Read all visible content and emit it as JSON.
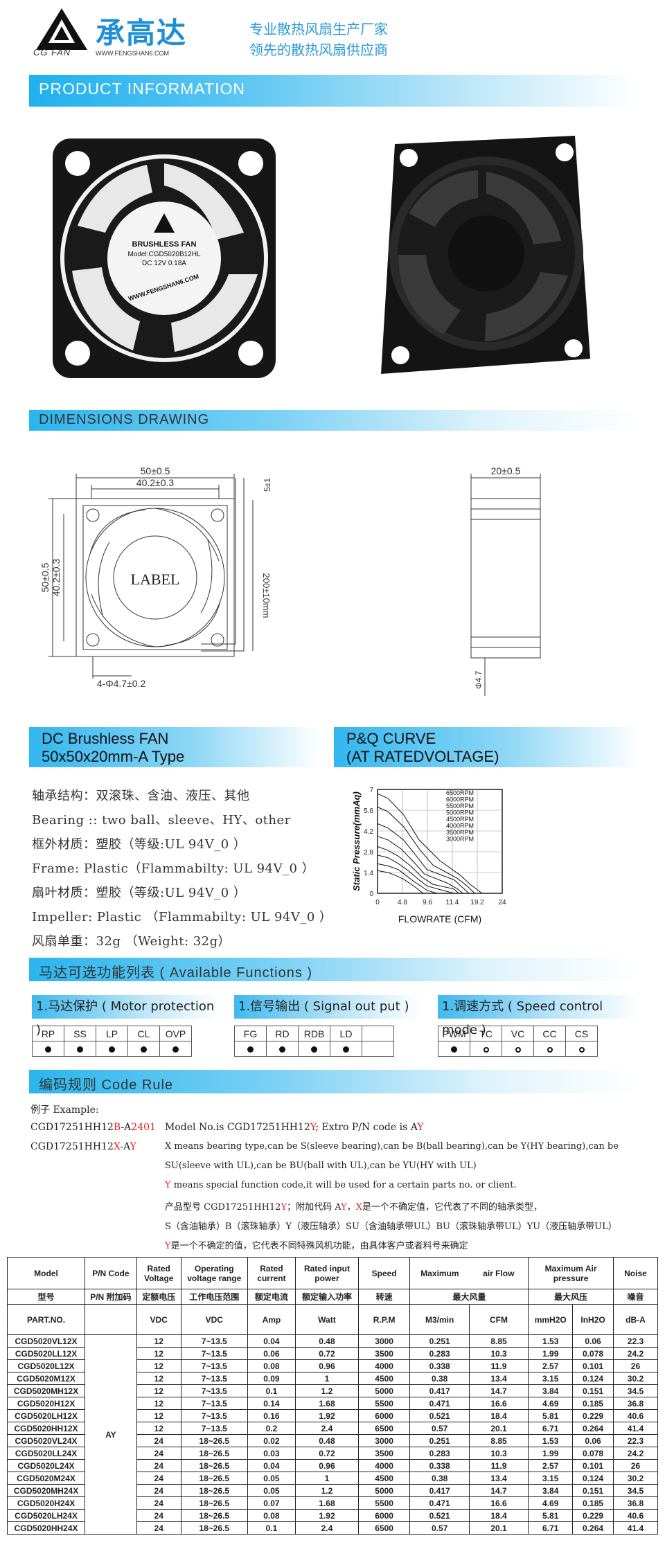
{
  "header": {
    "logo_text": "CG FAN",
    "brand_cn": "承高达",
    "brand_url": "WWW.FENGSHAN6.COM",
    "slogan_1": "专业散热风扇生产厂家",
    "slogan_2": "领先的散热风扇供应商"
  },
  "sections": {
    "product_info": "PRODUCT INFORMATION",
    "dimensions": "DIMENSIONS DRAWING",
    "functions": "马达可选功能列表 ( Available Functions )",
    "code_rule": "编码规则 Code Rule"
  },
  "fan_label": {
    "line1": "BRUSHLESS FAN",
    "line2": "Model:CGD5020B12HL",
    "line3": "DC 12V  0.18A",
    "url": "WWW.FENGSHAN6.COM"
  },
  "drawing": {
    "width_outer": "50±0.5",
    "width_inner": "40.2±0.3",
    "lead": "5±1",
    "height_outer": "50±0.5",
    "height_inner": "40.2±0.3",
    "label": "LABEL",
    "wire": "200±10mm",
    "holes": "4-Φ4.7±0.2",
    "depth": "20±0.5",
    "side_hole": "Φ4.7"
  },
  "product_box": {
    "title_1": "DC Brushless FAN",
    "title_2": "50x50x20mm-A Type"
  },
  "curve_box": {
    "title_1": "P&Q CURVE",
    "title_2": "(AT RATEDVOLTAGE)"
  },
  "specs": [
    "轴承结构：双滚珠、含油、液压、其他",
    "Bearing :: two  ball、sleeve、HY、other",
    "框外材质：塑胶（等级:UL 94V_0 ）",
    "Frame: Plastic（Flammabilty: UL 94V_0 ）",
    "扇叶材质：塑胶（等级:UL 94V_0 ）",
    "Impeller: Plastic （Flammabilty: UL 94V_0 ）",
    "风扇单重：32g （Weight: 32g）"
  ],
  "chart_data": {
    "type": "line",
    "title": "",
    "xlabel": "FLOWRATE (CFM)",
    "ylabel": "Static  Pressure(mmAq)",
    "xlim": [
      0,
      24
    ],
    "ylim": [
      0,
      7
    ],
    "x_ticks": [
      "0",
      "4.8",
      "9.6",
      "11.4",
      "19.2",
      "24"
    ],
    "y_ticks": [
      "0",
      "1.4",
      "2.8",
      "4.2",
      "5.6",
      "7"
    ],
    "grid": true,
    "legend": "top-right",
    "series": [
      {
        "name": "6500RPM",
        "x": [
          0,
          2,
          5,
          8,
          10.5,
          14,
          17,
          20.1
        ],
        "y": [
          6.71,
          6.4,
          5.3,
          3.6,
          2.2,
          1.2,
          0.6,
          0
        ]
      },
      {
        "name": "6000RPM",
        "x": [
          0,
          2,
          5,
          8,
          10,
          13,
          16,
          18.4
        ],
        "y": [
          5.81,
          5.5,
          4.5,
          3.0,
          1.9,
          1.0,
          0.5,
          0
        ]
      },
      {
        "name": "5500RPM",
        "x": [
          0,
          2,
          5,
          7.5,
          9.5,
          12,
          14.5,
          16.6
        ],
        "y": [
          4.69,
          4.4,
          3.6,
          2.5,
          1.6,
          0.9,
          0.4,
          0
        ]
      },
      {
        "name": "5000RPM",
        "x": [
          0,
          2,
          4.5,
          7,
          9,
          11,
          13,
          14.7
        ],
        "y": [
          3.84,
          3.6,
          3.0,
          2.1,
          1.3,
          0.7,
          0.3,
          0
        ]
      },
      {
        "name": "4500RPM",
        "x": [
          0,
          2,
          4,
          6.5,
          8.5,
          10,
          11.8,
          13.4
        ],
        "y": [
          3.15,
          2.9,
          2.5,
          1.8,
          1.1,
          0.6,
          0.3,
          0
        ]
      },
      {
        "name": "4000RPM",
        "x": [
          0,
          2,
          4,
          6,
          8,
          9.5,
          10.5,
          11.9
        ],
        "y": [
          2.57,
          2.4,
          2.0,
          1.5,
          0.9,
          0.5,
          0.25,
          0
        ]
      },
      {
        "name": "3500RPM",
        "x": [
          0,
          2,
          4,
          5.5,
          7,
          8.5,
          9.5,
          10.3
        ],
        "y": [
          1.99,
          1.85,
          1.6,
          1.2,
          0.8,
          0.45,
          0.2,
          0
        ]
      },
      {
        "name": "3000RPM",
        "x": [
          0,
          2,
          3.5,
          5,
          6.5,
          7.5,
          8.2,
          8.85
        ],
        "y": [
          1.53,
          1.4,
          1.2,
          0.95,
          0.6,
          0.35,
          0.15,
          0
        ]
      }
    ]
  },
  "functions": {
    "motor": {
      "title": "1.马达保护 ( Motor  protection )",
      "cols": [
        "RP",
        "SS",
        "LP",
        "CL",
        "OVP"
      ],
      "marks": [
        "dot",
        "dot",
        "dot",
        "dot",
        "dot"
      ]
    },
    "signal": {
      "title": "1.信号输出 ( Signal   out  put )",
      "cols": [
        "FG",
        "RD",
        "RDB",
        "LD",
        ""
      ],
      "marks": [
        "dot",
        "dot",
        "dot",
        "dot",
        ""
      ]
    },
    "speed": {
      "title": "1.调速方式 ( Speed  control mode )",
      "cols": [
        "PWM",
        "TC",
        "VC",
        "CC",
        "CS"
      ],
      "marks": [
        "dot",
        "circle",
        "circle",
        "circle",
        "circle"
      ]
    }
  },
  "code_rule": {
    "example_label": "例子 Example:",
    "ex1_prefix": "CGD17251HH12",
    "ex1_red1": "B",
    "ex1_mid": "-A",
    "ex1_red2": "2401",
    "ex1_desc_a": "Model No.is CGD17251HH12",
    "ex1_desc_y": "Y",
    "ex1_desc_b": "; Extro P/N code is A",
    "ex1_desc_y2": "Y",
    "ex2_prefix": "CGD17251HH12",
    "ex2_red1": "X",
    "ex2_mid": "-A",
    "ex2_red2": "Y",
    "x_line1": "X means bearing type,can be S(sleeve bearing),can be B(ball bearing),can be Y(HY bearing),can be",
    "x_line2": "SU(sleeve with UL),can be BU(ball with UL),can be YU(HY with UL)",
    "y_red": "Y",
    "y_line": " means special function code,it will be used for a certain parts no. or client.",
    "cn1_a": "产品型号 CGD17251HH12",
    "cn1_y": "Y",
    "cn1_b": "；附加代码 A",
    "cn1_y2": "Y",
    "cn1_c": "，",
    "cn1_x": "X",
    "cn1_d": "是一个不确定值，它代表了不同的轴承类型，",
    "cn2": "S（含油轴承）B（滚珠轴承）Y（液压轴承）SU（含油轴承带UL）BU（滚珠轴承带UL）YU（液压轴承带UL）",
    "cn3_y": "Y",
    "cn3": "是一个不确定的值，它代表不同特殊风机功能，由具体客户或者料号来确定"
  },
  "table": {
    "head_en": [
      "Model",
      "P/N Code",
      "Rated Voltage",
      "Operating voltage range",
      "Rated current",
      "Rated input power",
      "Speed",
      "Maximum",
      "air Flow",
      "Maximum Air pressure",
      "Noise"
    ],
    "head_cn": [
      "型号",
      "P/N 附加码",
      "定额电压",
      "工作电压范围",
      "额定电流",
      "额定输入功率",
      "转速",
      "最大风量",
      "最大风压",
      "噪音"
    ],
    "units": [
      "PART.NO.",
      "VDC",
      "VDC",
      "Amp",
      "Watt",
      "R.P.M",
      "M3/min",
      "CFM",
      "mmH2O",
      "InH2O",
      "dB-A"
    ],
    "pn_code": "AY",
    "rows": [
      [
        "CGD5020VL12X",
        "12",
        "7~13.5",
        "0.04",
        "0.48",
        "3000",
        "0.251",
        "8.85",
        "1.53",
        "0.06",
        "22.3"
      ],
      [
        "CGD5020LL12X",
        "12",
        "7~13.5",
        "0.06",
        "0.72",
        "3500",
        "0.283",
        "10.3",
        "1.99",
        "0.078",
        "24.2"
      ],
      [
        "CGD5020L12X",
        "12",
        "7~13.5",
        "0.08",
        "0.96",
        "4000",
        "0.338",
        "11.9",
        "2.57",
        "0.101",
        "26"
      ],
      [
        "CGD5020M12X",
        "12",
        "7~13.5",
        "0.09",
        "1",
        "4500",
        "0.38",
        "13.4",
        "3.15",
        "0.124",
        "30.2"
      ],
      [
        "CGD5020MH12X",
        "12",
        "7~13.5",
        "0.1",
        "1.2",
        "5000",
        "0.417",
        "14.7",
        "3.84",
        "0.151",
        "34.5"
      ],
      [
        "CGD5020H12X",
        "12",
        "7~13.5",
        "0.14",
        "1.68",
        "5500",
        "0.471",
        "16.6",
        "4.69",
        "0.185",
        "36.8"
      ],
      [
        "CGD5020LH12X",
        "12",
        "7~13.5",
        "0.16",
        "1.92",
        "6000",
        "0.521",
        "18.4",
        "5.81",
        "0.229",
        "40.6"
      ],
      [
        "CGD5020HH12X",
        "12",
        "7~13.5",
        "0.2",
        "2.4",
        "6500",
        "0.57",
        "20.1",
        "6.71",
        "0.264",
        "41.4"
      ],
      [
        "CGD5020VL24X",
        "24",
        "18~26.5",
        "0.02",
        "0.48",
        "3000",
        "0.251",
        "8.85",
        "1.53",
        "0.06",
        "22.3"
      ],
      [
        "CGD5020LL24X",
        "24",
        "18~26.5",
        "0.03",
        "0.72",
        "3500",
        "0.283",
        "10.3",
        "1.99",
        "0.078",
        "24.2"
      ],
      [
        "CGD5020L24X",
        "24",
        "18~26.5",
        "0.04",
        "0.96",
        "4000",
        "0.338",
        "11.9",
        "2.57",
        "0.101",
        "26"
      ],
      [
        "CGD5020M24X",
        "24",
        "18~26.5",
        "0.05",
        "1",
        "4500",
        "0.38",
        "13.4",
        "3.15",
        "0.124",
        "30.2"
      ],
      [
        "CGD5020MH24X",
        "24",
        "18~26.5",
        "0.05",
        "1.2",
        "5000",
        "0.417",
        "14.7",
        "3.84",
        "0.151",
        "34.5"
      ],
      [
        "CGD5020H24X",
        "24",
        "18~26.5",
        "0.07",
        "1.68",
        "5500",
        "0.471",
        "16.6",
        "4.69",
        "0.185",
        "36.8"
      ],
      [
        "CGD5020LH24X",
        "24",
        "18~26.5",
        "0.08",
        "1.92",
        "6000",
        "0.521",
        "18.4",
        "5.81",
        "0.229",
        "40.6"
      ],
      [
        "CGD5020HH24X",
        "24",
        "18~26.5",
        "0.1",
        "2.4",
        "6500",
        "0.57",
        "20.1",
        "6.71",
        "0.264",
        "41.4"
      ]
    ]
  },
  "colors": {
    "accent": "#1fb1ee",
    "brand": "#1e8fd6",
    "red": "#e0221c"
  }
}
